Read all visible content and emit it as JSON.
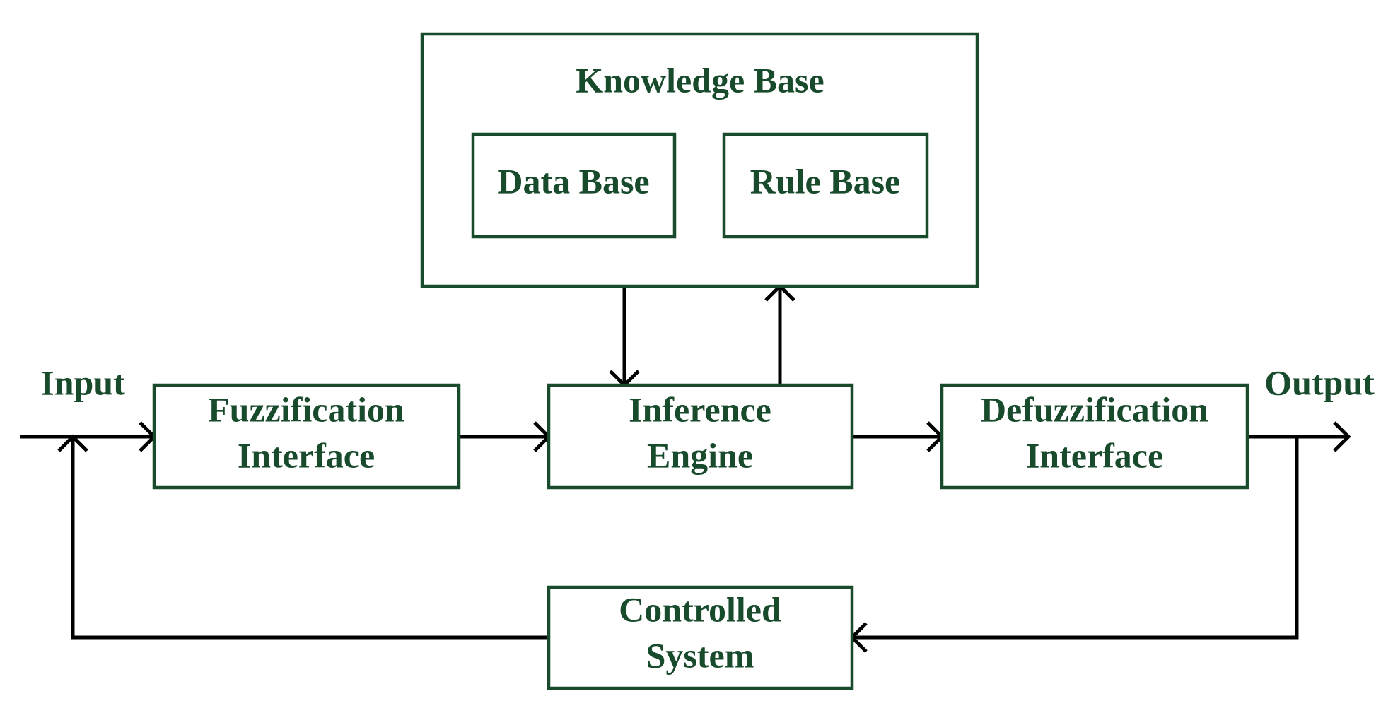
{
  "colors": {
    "box_stroke": "#184a2c",
    "text": "#184a2c",
    "connector": "#000000",
    "background": "#ffffff"
  },
  "knowledge_base": {
    "title": "Knowledge Base"
  },
  "data_base": {
    "label": "Data Base"
  },
  "rule_base": {
    "label": "Rule Base"
  },
  "fuzzification": {
    "line1": "Fuzzification",
    "line2": "Interface"
  },
  "inference": {
    "line1": "Inference",
    "line2": "Engine"
  },
  "defuzzification": {
    "line1": "Defuzzification",
    "line2": "Interface"
  },
  "controlled_system": {
    "line1": "Controlled",
    "line2": "System"
  },
  "input_label": "Input",
  "output_label": "Output"
}
